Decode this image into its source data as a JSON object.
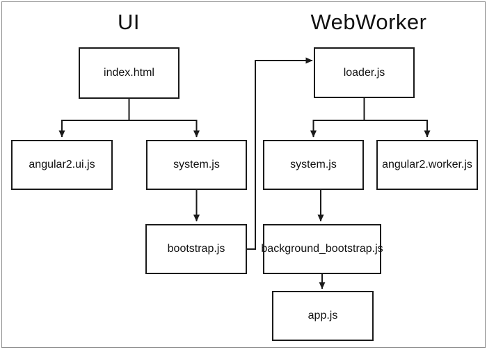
{
  "titles": {
    "ui": "UI",
    "webworker": "WebWorker"
  },
  "nodes": {
    "index_html": {
      "label": "index.html",
      "section": "UI"
    },
    "angular2_ui": {
      "label": "angular2.ui.js",
      "section": "UI"
    },
    "system_ui": {
      "label": "system.js",
      "section": "UI"
    },
    "bootstrap": {
      "label": "bootstrap.js",
      "section": "UI"
    },
    "loader": {
      "label": "loader.js",
      "section": "WebWorker"
    },
    "system_worker": {
      "label": "system.js",
      "section": "WebWorker"
    },
    "angular2_worker": {
      "label": "angular2.worker.js",
      "section": "WebWorker"
    },
    "background_bootstrap": {
      "label": "background_bootstrap.js",
      "section": "WebWorker"
    },
    "app": {
      "label": "app.js",
      "section": "WebWorker"
    }
  },
  "edges": [
    {
      "from": "index_html",
      "to": "angular2_ui"
    },
    {
      "from": "index_html",
      "to": "system_ui"
    },
    {
      "from": "system_ui",
      "to": "bootstrap"
    },
    {
      "from": "bootstrap",
      "to": "loader"
    },
    {
      "from": "loader",
      "to": "system_worker"
    },
    {
      "from": "loader",
      "to": "angular2_worker"
    },
    {
      "from": "system_worker",
      "to": "background_bootstrap"
    },
    {
      "from": "background_bootstrap",
      "to": "app"
    }
  ],
  "colors": {
    "line": "#1a1a1a",
    "text": "#111111",
    "background": "#ffffff",
    "outer_frame": "#8f8f8f"
  }
}
